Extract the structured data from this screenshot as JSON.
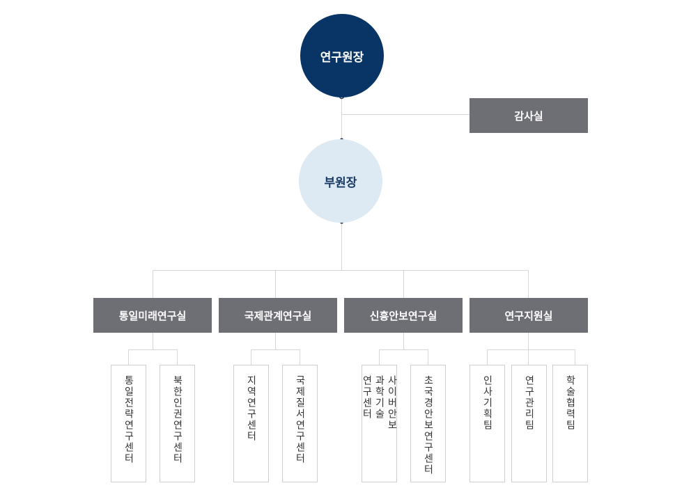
{
  "org": {
    "director": "연구원장",
    "audit": "감사실",
    "deputy": "부원장",
    "divisions": [
      "통일미래연구실",
      "국제관계연구실",
      "신흥안보연구실",
      "연구지원실"
    ],
    "units": [
      "통일전략연구센터",
      "북한인권연구센터",
      "지역연구센터",
      "국제질서연구센터",
      "사이버안보\n과학기술\n연구센터",
      "초국경안보연구센터",
      "인사기획팀",
      "연구관리팀",
      "학술협력팀"
    ]
  },
  "colors": {
    "director_fill": "#083565",
    "deputy_fill": "#deeaf3",
    "division_fill": "#6e6e75",
    "line": "#d6d6d6",
    "dot": "#1a2d4d"
  }
}
